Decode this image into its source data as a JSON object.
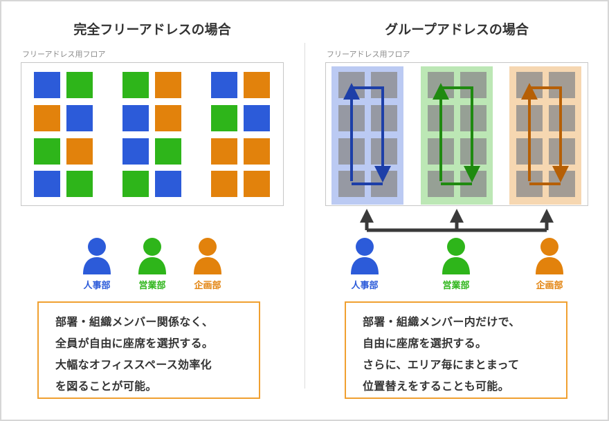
{
  "left": {
    "title": "完全フリーアドレスの場合",
    "floor_label": "フリーアドレス用フロア",
    "departments": [
      "人事部",
      "営業部",
      "企画部"
    ],
    "note_lines": [
      "部署・組織メンバー関係なく、",
      "全員が自由に座席を選択する。",
      "大幅なオフィススペース効率化",
      "を図ることが可能。"
    ]
  },
  "right": {
    "title": "グループアドレスの場合",
    "floor_label": "フリーアドレス用フロア",
    "departments": [
      "人事部",
      "営業部",
      "企画部"
    ],
    "note_lines": [
      "部署・組織メンバー内だけで、",
      "自由に座席を選択する。",
      "さらに、エリア毎にまとまって",
      "位置替えをすることも可能。"
    ]
  },
  "colors": {
    "blue": "#2c5bd9",
    "green": "#2eb51a",
    "orange": "#e2820c",
    "accent_border": "#f0a030",
    "arrow": "#3a3a3a"
  },
  "icons": {
    "person": "person-icon",
    "arrow": "arrow-icon"
  }
}
